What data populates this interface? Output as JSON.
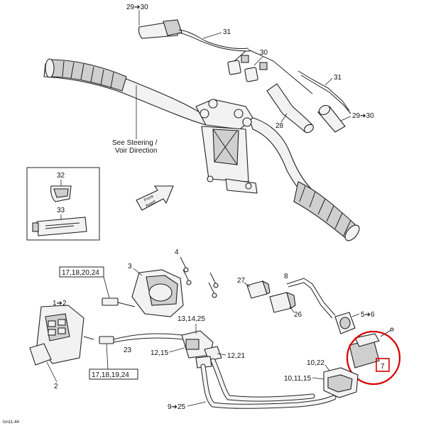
{
  "diagram": {
    "callouts": {
      "c_29_30_top": "29➔30",
      "c_31_top": "31",
      "c_30": "30",
      "c_31_right": "31",
      "c_29_30_right": "29➔30",
      "c_28": "28",
      "c_32": "32",
      "c_33": "33",
      "c_4": "4",
      "c_3": "3",
      "c_17_18_20_24": "17,18,20,24",
      "c_1_2": "1➔2",
      "c_2": "2",
      "c_23": "23",
      "c_17_18_19_24": "17,18,19,24",
      "c_13_14_25": "13,14,25",
      "c_12_15": "12,15",
      "c_12_21": "12,21",
      "c_27": "27",
      "c_8": "8",
      "c_26": "26",
      "c_5_6": "5➔6",
      "c_7": "7",
      "c_10_22": "10,22",
      "c_10_11_15": "10,11,15",
      "c_9_25": "9➔25",
      "figure_id": "tsn11-44"
    },
    "see_steering_line1": "See Steering /",
    "see_steering_line2": "Voir Direction",
    "front_line1": "Front",
    "front_line2": "Avant",
    "highlight_color": "#d80000"
  }
}
